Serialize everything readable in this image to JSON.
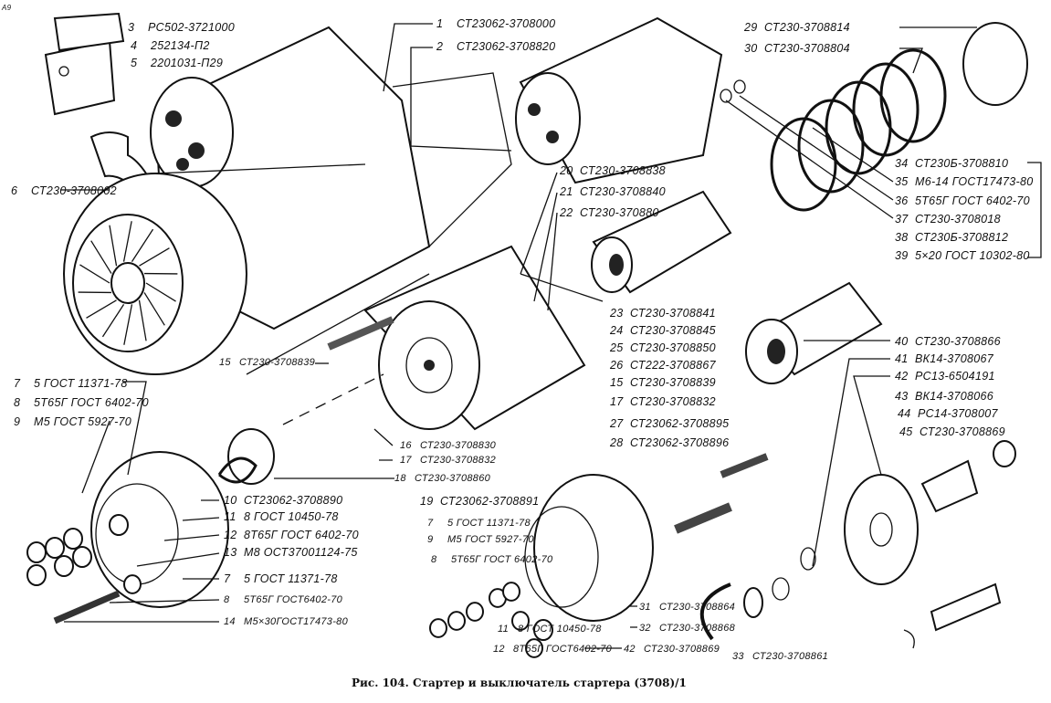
{
  "figure": {
    "caption": "Рис. 104. Стартер и выключатель стартера (3708)/1",
    "corner_mark": "A9"
  },
  "labels": [
    {
      "id": "l1",
      "num": "1",
      "code": "СТ23062-3708000"
    },
    {
      "id": "l2",
      "num": "2",
      "code": "СТ23062-3708820"
    },
    {
      "id": "l3",
      "num": "3",
      "code": "РС502-3721000"
    },
    {
      "id": "l4",
      "num": "4",
      "code": "252134-П2"
    },
    {
      "id": "l5",
      "num": "5",
      "code": "2201031-П29"
    },
    {
      "id": "l6",
      "num": "6",
      "code": "СТ230-3708002"
    },
    {
      "id": "l29",
      "num": "29",
      "code": "СТ230-3708814"
    },
    {
      "id": "l30",
      "num": "30",
      "code": "СТ230-3708804"
    },
    {
      "id": "l34",
      "num": "34",
      "code": "СТ230Б-3708810"
    },
    {
      "id": "l35",
      "num": "35",
      "code": "М6-14 ГОСТ17473-80"
    },
    {
      "id": "l36",
      "num": "36",
      "code": "5Т65Г ГОСТ 6402-70"
    },
    {
      "id": "l37",
      "num": "37",
      "code": "СТ230-3708018"
    },
    {
      "id": "l38",
      "num": "38",
      "code": "СТ230Б-3708812"
    },
    {
      "id": "l39",
      "num": "39",
      "code": "5×20 ГОСТ 10302-80"
    },
    {
      "id": "l20",
      "num": "20",
      "code": "СТ230-3708838"
    },
    {
      "id": "l21",
      "num": "21",
      "code": "СТ230-3708840"
    },
    {
      "id": "l22",
      "num": "22",
      "code": "СТ230-370880"
    },
    {
      "id": "l23",
      "num": "23",
      "code": "СТ230-3708841"
    },
    {
      "id": "l24",
      "num": "24",
      "code": "СТ230-3708845"
    },
    {
      "id": "l25",
      "num": "25",
      "code": "СТ230-3708850"
    },
    {
      "id": "l26",
      "num": "26",
      "code": "СТ222-3708867"
    },
    {
      "id": "l15b",
      "num": "15",
      "code": "СТ230-3708839"
    },
    {
      "id": "l17b",
      "num": "17",
      "code": "СТ230-3708832"
    },
    {
      "id": "l27",
      "num": "27",
      "code": "СТ23062-3708895"
    },
    {
      "id": "l28",
      "num": "28",
      "code": "СТ23062-3708896"
    },
    {
      "id": "l15",
      "num": "15",
      "code": "СТ230-3708839"
    },
    {
      "id": "l7a",
      "num": "7",
      "code": "5 ГОСТ 11371-78"
    },
    {
      "id": "l8a",
      "num": "8",
      "code": "5Т65Г ГОСТ 6402-70"
    },
    {
      "id": "l9a",
      "num": "9",
      "code": "М5 ГОСТ 5927-70"
    },
    {
      "id": "l16",
      "num": "16",
      "code": "СТ230-3708830"
    },
    {
      "id": "l17",
      "num": "17",
      "code": "СТ230-3708832"
    },
    {
      "id": "l18",
      "num": "18",
      "code": "СТ230-3708860"
    },
    {
      "id": "l10",
      "num": "10",
      "code": "СТ23062-3708890"
    },
    {
      "id": "l11",
      "num": "11",
      "code": "8 ГОСТ 10450-78"
    },
    {
      "id": "l12",
      "num": "12",
      "code": "8Т65Г ГОСТ 6402-70"
    },
    {
      "id": "l13",
      "num": "13",
      "code": "М8 ОСТ37001124-75"
    },
    {
      "id": "l7b",
      "num": "7",
      "code": "5 ГОСТ 11371-78"
    },
    {
      "id": "l8b",
      "num": "8",
      "code": "5Т65Г ГОСТ6402-70"
    },
    {
      "id": "l14",
      "num": "14",
      "code": "М5×30ГОСТ17473-80"
    },
    {
      "id": "l19",
      "num": "19",
      "code": "СТ23062-3708891"
    },
    {
      "id": "l7c",
      "num": "7",
      "code": "5 ГОСТ 11371-78"
    },
    {
      "id": "l9c",
      "num": "9",
      "code": "М5 ГОСТ 5927-70"
    },
    {
      "id": "l8c",
      "num": "8",
      "code": "5Т65Г ГОСТ 6402-70"
    },
    {
      "id": "l40",
      "num": "40",
      "code": "СТ230-3708866"
    },
    {
      "id": "l41",
      "num": "41",
      "code": "ВК14-3708067"
    },
    {
      "id": "l42",
      "num": "42",
      "code": "РС13-6504191"
    },
    {
      "id": "l43",
      "num": "43",
      "code": "ВК14-3708066"
    },
    {
      "id": "l44",
      "num": "44",
      "code": "РС14-3708007"
    },
    {
      "id": "l45",
      "num": "45",
      "code": "СТ230-3708869"
    },
    {
      "id": "l31",
      "num": "31",
      "code": "СТ230-3708864"
    },
    {
      "id": "l32",
      "num": "32",
      "code": "СТ230-3708868"
    },
    {
      "id": "l42b",
      "num": "42",
      "code": "СТ230-3708869"
    },
    {
      "id": "l11b",
      "num": "11",
      "code": "8 ГОСТ 10450-78"
    },
    {
      "id": "l12b",
      "num": "12",
      "code": "8Т65Г ГОСТ6402-70"
    },
    {
      "id": "l33",
      "num": "33",
      "code": "СТ230-3708861"
    }
  ]
}
